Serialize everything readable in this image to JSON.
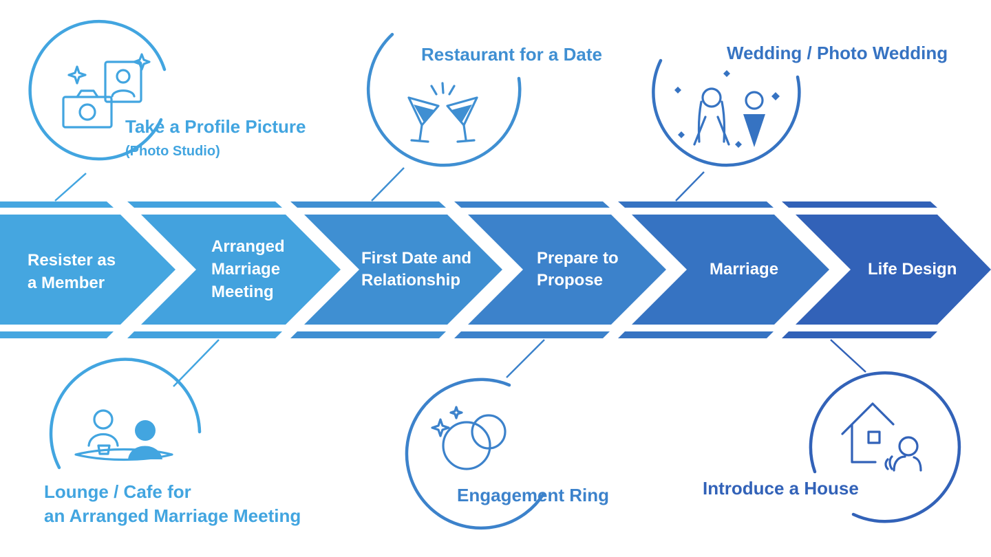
{
  "steps": [
    {
      "lines": [
        "Resister as",
        "a Member"
      ],
      "color": "#45a6e0"
    },
    {
      "lines": [
        "Arranged",
        "Marriage",
        "Meeting"
      ],
      "color": "#43a2de"
    },
    {
      "lines": [
        "First Date and",
        "Relationship"
      ],
      "color": "#3f8fd2"
    },
    {
      "lines": [
        "Prepare to",
        "Propose"
      ],
      "color": "#3c82cb"
    },
    {
      "lines": [
        "Marriage"
      ],
      "color": "#3673c2"
    },
    {
      "lines": [
        "Life Design"
      ],
      "color": "#3262b8"
    }
  ],
  "callouts": [
    {
      "title": "Take a Profile Picture",
      "subtitle": "(Photo Studio)",
      "icon": "camera-portrait-icon",
      "color": "#42a5e0",
      "position": "top"
    },
    {
      "title_lines": [
        "Lounge / Cafe for",
        "an Arranged Marriage Meeting"
      ],
      "icon": "meeting-cafe-icon",
      "color": "#42a5e0",
      "position": "bottom"
    },
    {
      "title": "Restaurant for a Date",
      "icon": "cocktail-toast-icon",
      "color": "#3f8fd2",
      "position": "top"
    },
    {
      "title": "Engagement Ring",
      "icon": "engagement-rings-icon",
      "color": "#3c82cb",
      "position": "bottom"
    },
    {
      "title": "Wedding / Photo Wedding",
      "icon": "wedding-couple-icon",
      "color": "#3673c2",
      "position": "top"
    },
    {
      "title": "Introduce a House",
      "icon": "house-person-icon",
      "color": "#3262b8",
      "position": "bottom"
    }
  ]
}
